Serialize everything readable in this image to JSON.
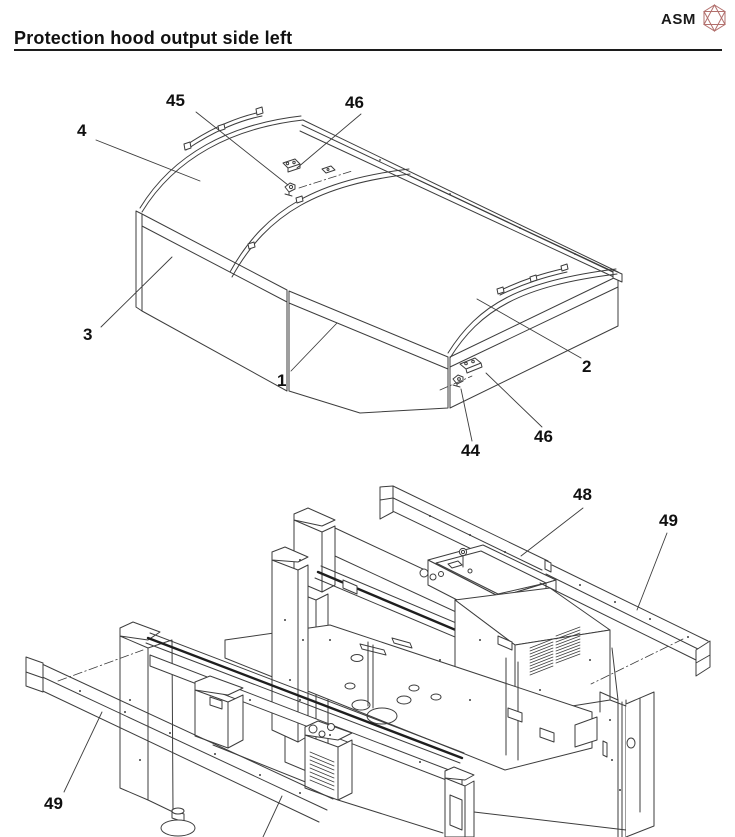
{
  "header": {
    "title": "Protection hood output side left",
    "brand": "ASM"
  },
  "colors": {
    "line": "#3d3d3d",
    "heavy_line": "#1e1e1e",
    "label": "#101010",
    "rule": "#1c1c1c",
    "logo": "#b2706d"
  },
  "figures": {
    "hood": {
      "description": "Exploded isometric view of protection hood with mounting clips",
      "callouts": [
        {
          "id": "45",
          "text": "45"
        },
        {
          "id": "46-top",
          "text": "46"
        },
        {
          "id": "4",
          "text": "4"
        },
        {
          "id": "3",
          "text": "3"
        },
        {
          "id": "1",
          "text": "1"
        },
        {
          "id": "2",
          "text": "2"
        },
        {
          "id": "44",
          "text": "44"
        },
        {
          "id": "46-bottom",
          "text": "46"
        }
      ]
    },
    "frame": {
      "description": "Isometric view of machine base frame with protection rails",
      "callouts": [
        {
          "id": "48",
          "text": "48"
        },
        {
          "id": "49-right",
          "text": "49"
        },
        {
          "id": "49-left",
          "text": "49"
        }
      ]
    }
  }
}
